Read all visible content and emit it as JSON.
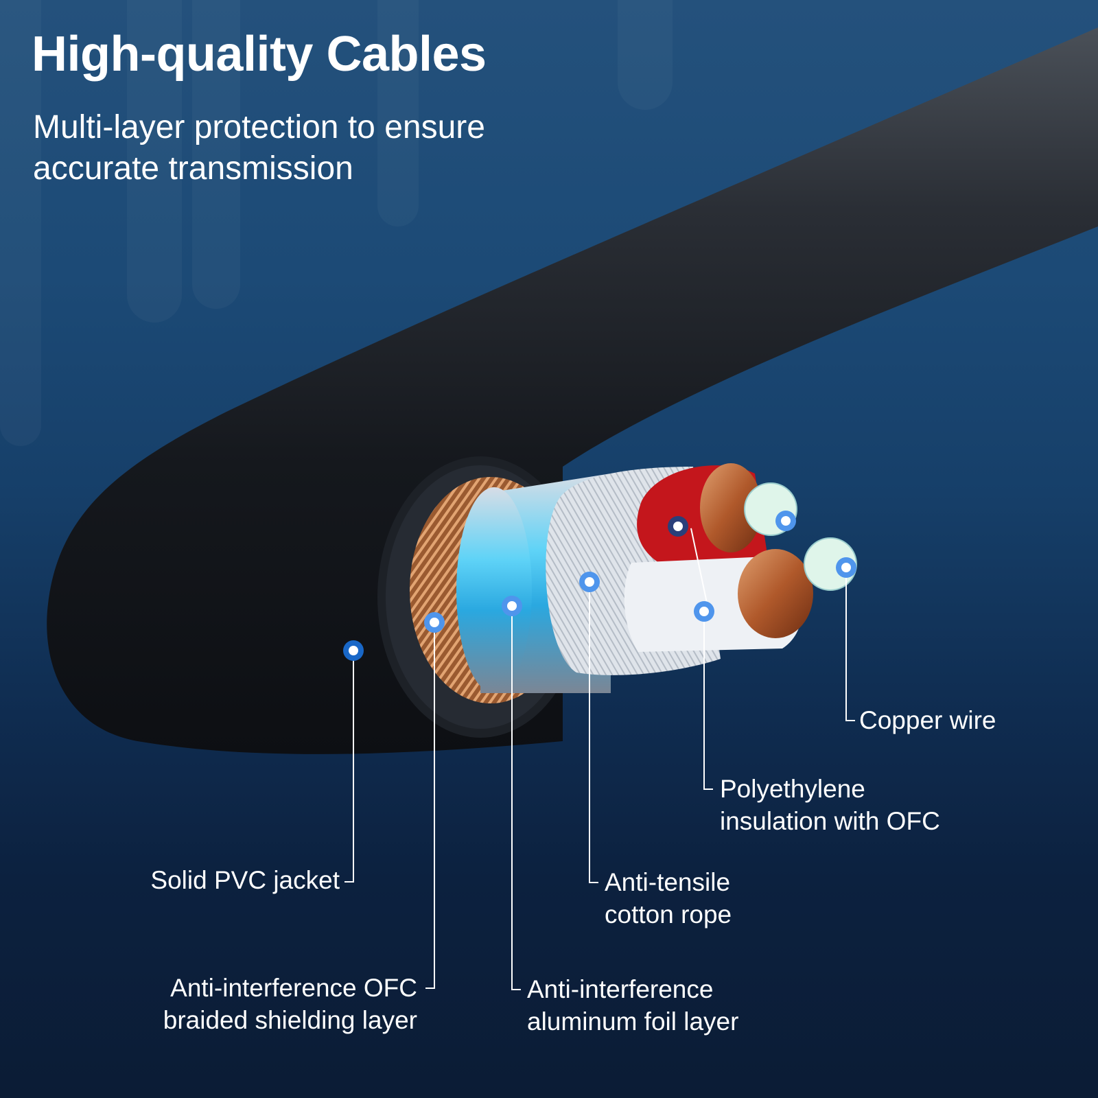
{
  "header": {
    "title": "High-quality Cables",
    "subtitle_line1": "Multi-layer protection to ensure",
    "subtitle_line2": "accurate transmission"
  },
  "colors": {
    "background_top": "#24517c",
    "background_bottom": "#0b1c35",
    "marker_blue": "#1967c7",
    "marker_light_blue": "#4f95ec",
    "jacket_black": "#14171c",
    "insulation_red": "#c4161c",
    "copper": "#c0703a"
  },
  "callouts": [
    {
      "id": "pvc-jacket",
      "line1": "Solid PVC jacket",
      "line2": ""
    },
    {
      "id": "ofc-braid",
      "line1": "Anti-interference OFC",
      "line2": "braided shielding layer"
    },
    {
      "id": "aluminum-foil",
      "line1": "Anti-interference",
      "line2": "aluminum foil layer"
    },
    {
      "id": "cotton-rope",
      "line1": "Anti-tensile",
      "line2": "cotton rope"
    },
    {
      "id": "polyethylene",
      "line1": "Polyethylene",
      "line2": "insulation with OFC"
    },
    {
      "id": "copper-wire",
      "line1": "Copper wire",
      "line2": ""
    }
  ]
}
